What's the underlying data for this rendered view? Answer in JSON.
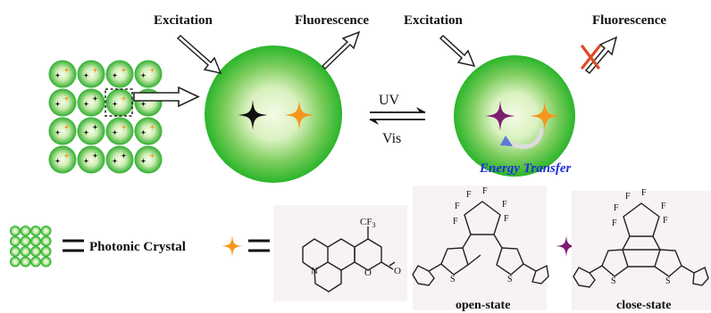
{
  "labels": {
    "excitation_left": "Excitation",
    "fluorescence_left": "Fluorescence",
    "excitation_right": "Excitation",
    "fluorescence_right": "Fluorescence",
    "uv": "UV",
    "vis": "Vis",
    "energy_transfer": "Energy Transfer"
  },
  "legend": {
    "photonic_crystal": "Photonic Crystal",
    "open_state": "open-state",
    "close_state": "close-state",
    "equals": "="
  },
  "molecule": {
    "cf3_prefix": "CF",
    "cf3_sub": "3",
    "n": "N",
    "o_ring": "O",
    "o_carbonyl": "O",
    "s": "S",
    "f": "F"
  },
  "colors": {
    "sphere_green": "#2bb52b",
    "sphere_light": "#f4fbe6",
    "orange_star": "#f5961e",
    "black_star": "#111111",
    "purple_star": "#7d1d72",
    "energy_text": "#1f2fd6",
    "cross_red": "#e04a22",
    "panel_bg": "#f7f2f4"
  }
}
